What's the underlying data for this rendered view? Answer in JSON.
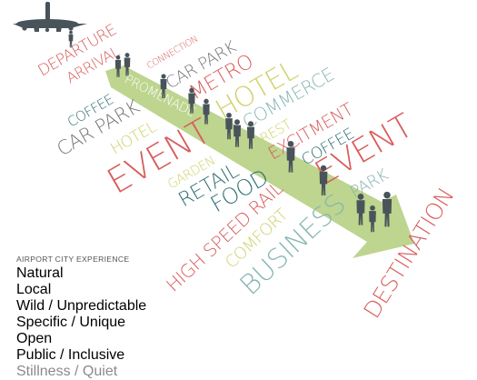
{
  "colors": {
    "red": "#d85c5c",
    "teal": "#2f6f73",
    "gray": "#777777",
    "yellow": "#cfd16a",
    "lightteal": "#88b6b4",
    "green": "#bdd58e",
    "people": "#48535a"
  },
  "words": {
    "departure": "DEPARTURE",
    "arrival": "ARRIVAL",
    "connection": "CONNECTION",
    "car_park_top": "CAR PARK",
    "metro": "METRO",
    "promenade": "PROMENADE",
    "hotel_big": "HOTEL",
    "commerce": "COMMERCE",
    "coffee_left": "COFFEE",
    "car_park_left": "CAR PARK",
    "hotel_small": "HOTEL",
    "rest": "REST",
    "excitement": "EXCITMENT",
    "event_left": "EVENT",
    "garden": "GARDEN",
    "coffee_mid": "COFFEE",
    "event_right": "EVENT",
    "retail": "RETAIL",
    "food": "FOOD",
    "park": "PARK",
    "high_speed_rail": "HIGH SPEED RAIL",
    "comfort": "COMFORT",
    "business": "BUSINESS",
    "destination": "DESTINATION"
  },
  "legend": {
    "title": "AIRPORT CITY EXPERIENCE",
    "items": [
      "Natural",
      "Local",
      "Wild / Unpredictable",
      "Specific / Unique",
      "Open",
      "Public / Inclusive",
      "Stillness / Quiet"
    ]
  }
}
